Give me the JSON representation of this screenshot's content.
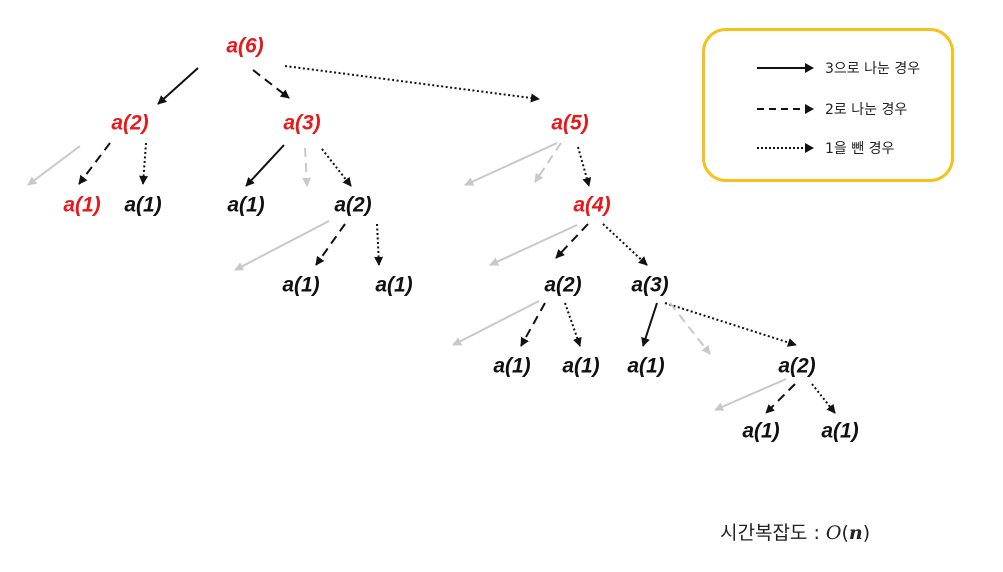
{
  "colors": {
    "highlight": "#e8191b",
    "normal": "#111111",
    "faded": "#c8c8c8",
    "legend_border": "#f5c11a"
  },
  "nodes": [
    {
      "id": "n0",
      "label": "a(6)",
      "color": "highlight"
    },
    {
      "id": "n1",
      "label": "a(2)",
      "color": "highlight"
    },
    {
      "id": "n2",
      "label": "a(3)",
      "color": "highlight"
    },
    {
      "id": "n3",
      "label": "a(5)",
      "color": "highlight"
    },
    {
      "id": "n4",
      "label": "a(1)",
      "color": "highlight"
    },
    {
      "id": "n5",
      "label": "a(1)",
      "color": "normal"
    },
    {
      "id": "n6",
      "label": "a(1)",
      "color": "normal"
    },
    {
      "id": "n7",
      "label": "a(2)",
      "color": "normal"
    },
    {
      "id": "n8",
      "label": "a(4)",
      "color": "highlight"
    },
    {
      "id": "n9",
      "label": "a(1)",
      "color": "normal"
    },
    {
      "id": "n10",
      "label": "a(1)",
      "color": "normal"
    },
    {
      "id": "n11",
      "label": "a(2)",
      "color": "normal"
    },
    {
      "id": "n12",
      "label": "a(3)",
      "color": "normal"
    },
    {
      "id": "n13",
      "label": "a(1)",
      "color": "normal"
    },
    {
      "id": "n14",
      "label": "a(1)",
      "color": "normal"
    },
    {
      "id": "n15",
      "label": "a(1)",
      "color": "normal"
    },
    {
      "id": "n16",
      "label": "a(2)",
      "color": "normal"
    },
    {
      "id": "n17",
      "label": "a(1)",
      "color": "normal"
    },
    {
      "id": "n18",
      "label": "a(1)",
      "color": "normal"
    }
  ],
  "edges": [
    {
      "from": "n0",
      "to": "n1",
      "style": "solid"
    },
    {
      "from": "n0",
      "to": "n2",
      "style": "dashed"
    },
    {
      "from": "n0",
      "to": "n3",
      "style": "dotted"
    },
    {
      "from": "n1",
      "to": "n4",
      "style": "dashed"
    },
    {
      "from": "n1",
      "to": "n5",
      "style": "dotted"
    },
    {
      "from": "n2",
      "to": "n6",
      "style": "solid"
    },
    {
      "from": "n2",
      "to": "n7",
      "style": "dotted"
    },
    {
      "from": "n3",
      "to": "n8",
      "style": "dotted"
    },
    {
      "from": "n7",
      "to": "n9",
      "style": "dashed"
    },
    {
      "from": "n7",
      "to": "n10",
      "style": "dotted"
    },
    {
      "from": "n8",
      "to": "n11",
      "style": "dashed"
    },
    {
      "from": "n8",
      "to": "n12",
      "style": "dotted"
    },
    {
      "from": "n11",
      "to": "n13",
      "style": "dashed"
    },
    {
      "from": "n11",
      "to": "n14",
      "style": "dotted"
    },
    {
      "from": "n12",
      "to": "n15",
      "style": "solid"
    },
    {
      "from": "n12",
      "to": "n16",
      "style": "dotted"
    },
    {
      "from": "n16",
      "to": "n17",
      "style": "dashed"
    },
    {
      "from": "n16",
      "to": "n18",
      "style": "dotted"
    },
    {
      "from": "n1",
      "style": "solid",
      "faded": true
    },
    {
      "from": "n2",
      "style": "dashed",
      "faded": true
    },
    {
      "from": "n3",
      "style": "solid",
      "faded": true
    },
    {
      "from": "n3",
      "style": "dashed",
      "faded": true
    },
    {
      "from": "n7",
      "style": "solid",
      "faded": true
    },
    {
      "from": "n8",
      "style": "solid",
      "faded": true
    },
    {
      "from": "n11",
      "style": "solid",
      "faded": true
    },
    {
      "from": "n12",
      "style": "dashed",
      "faded": true
    },
    {
      "from": "n16",
      "style": "solid",
      "faded": true
    }
  ],
  "legend": {
    "items": [
      {
        "style": "solid",
        "label": "3으로 나눈 경우"
      },
      {
        "style": "dashed",
        "label": "2로 나눈 경우"
      },
      {
        "style": "dotted",
        "label": "1을 뺀 경우"
      }
    ]
  },
  "complexity": {
    "prefix": "시간복잡도 : ",
    "o": "O",
    "open": "(",
    "n": "n",
    "close": ")"
  }
}
